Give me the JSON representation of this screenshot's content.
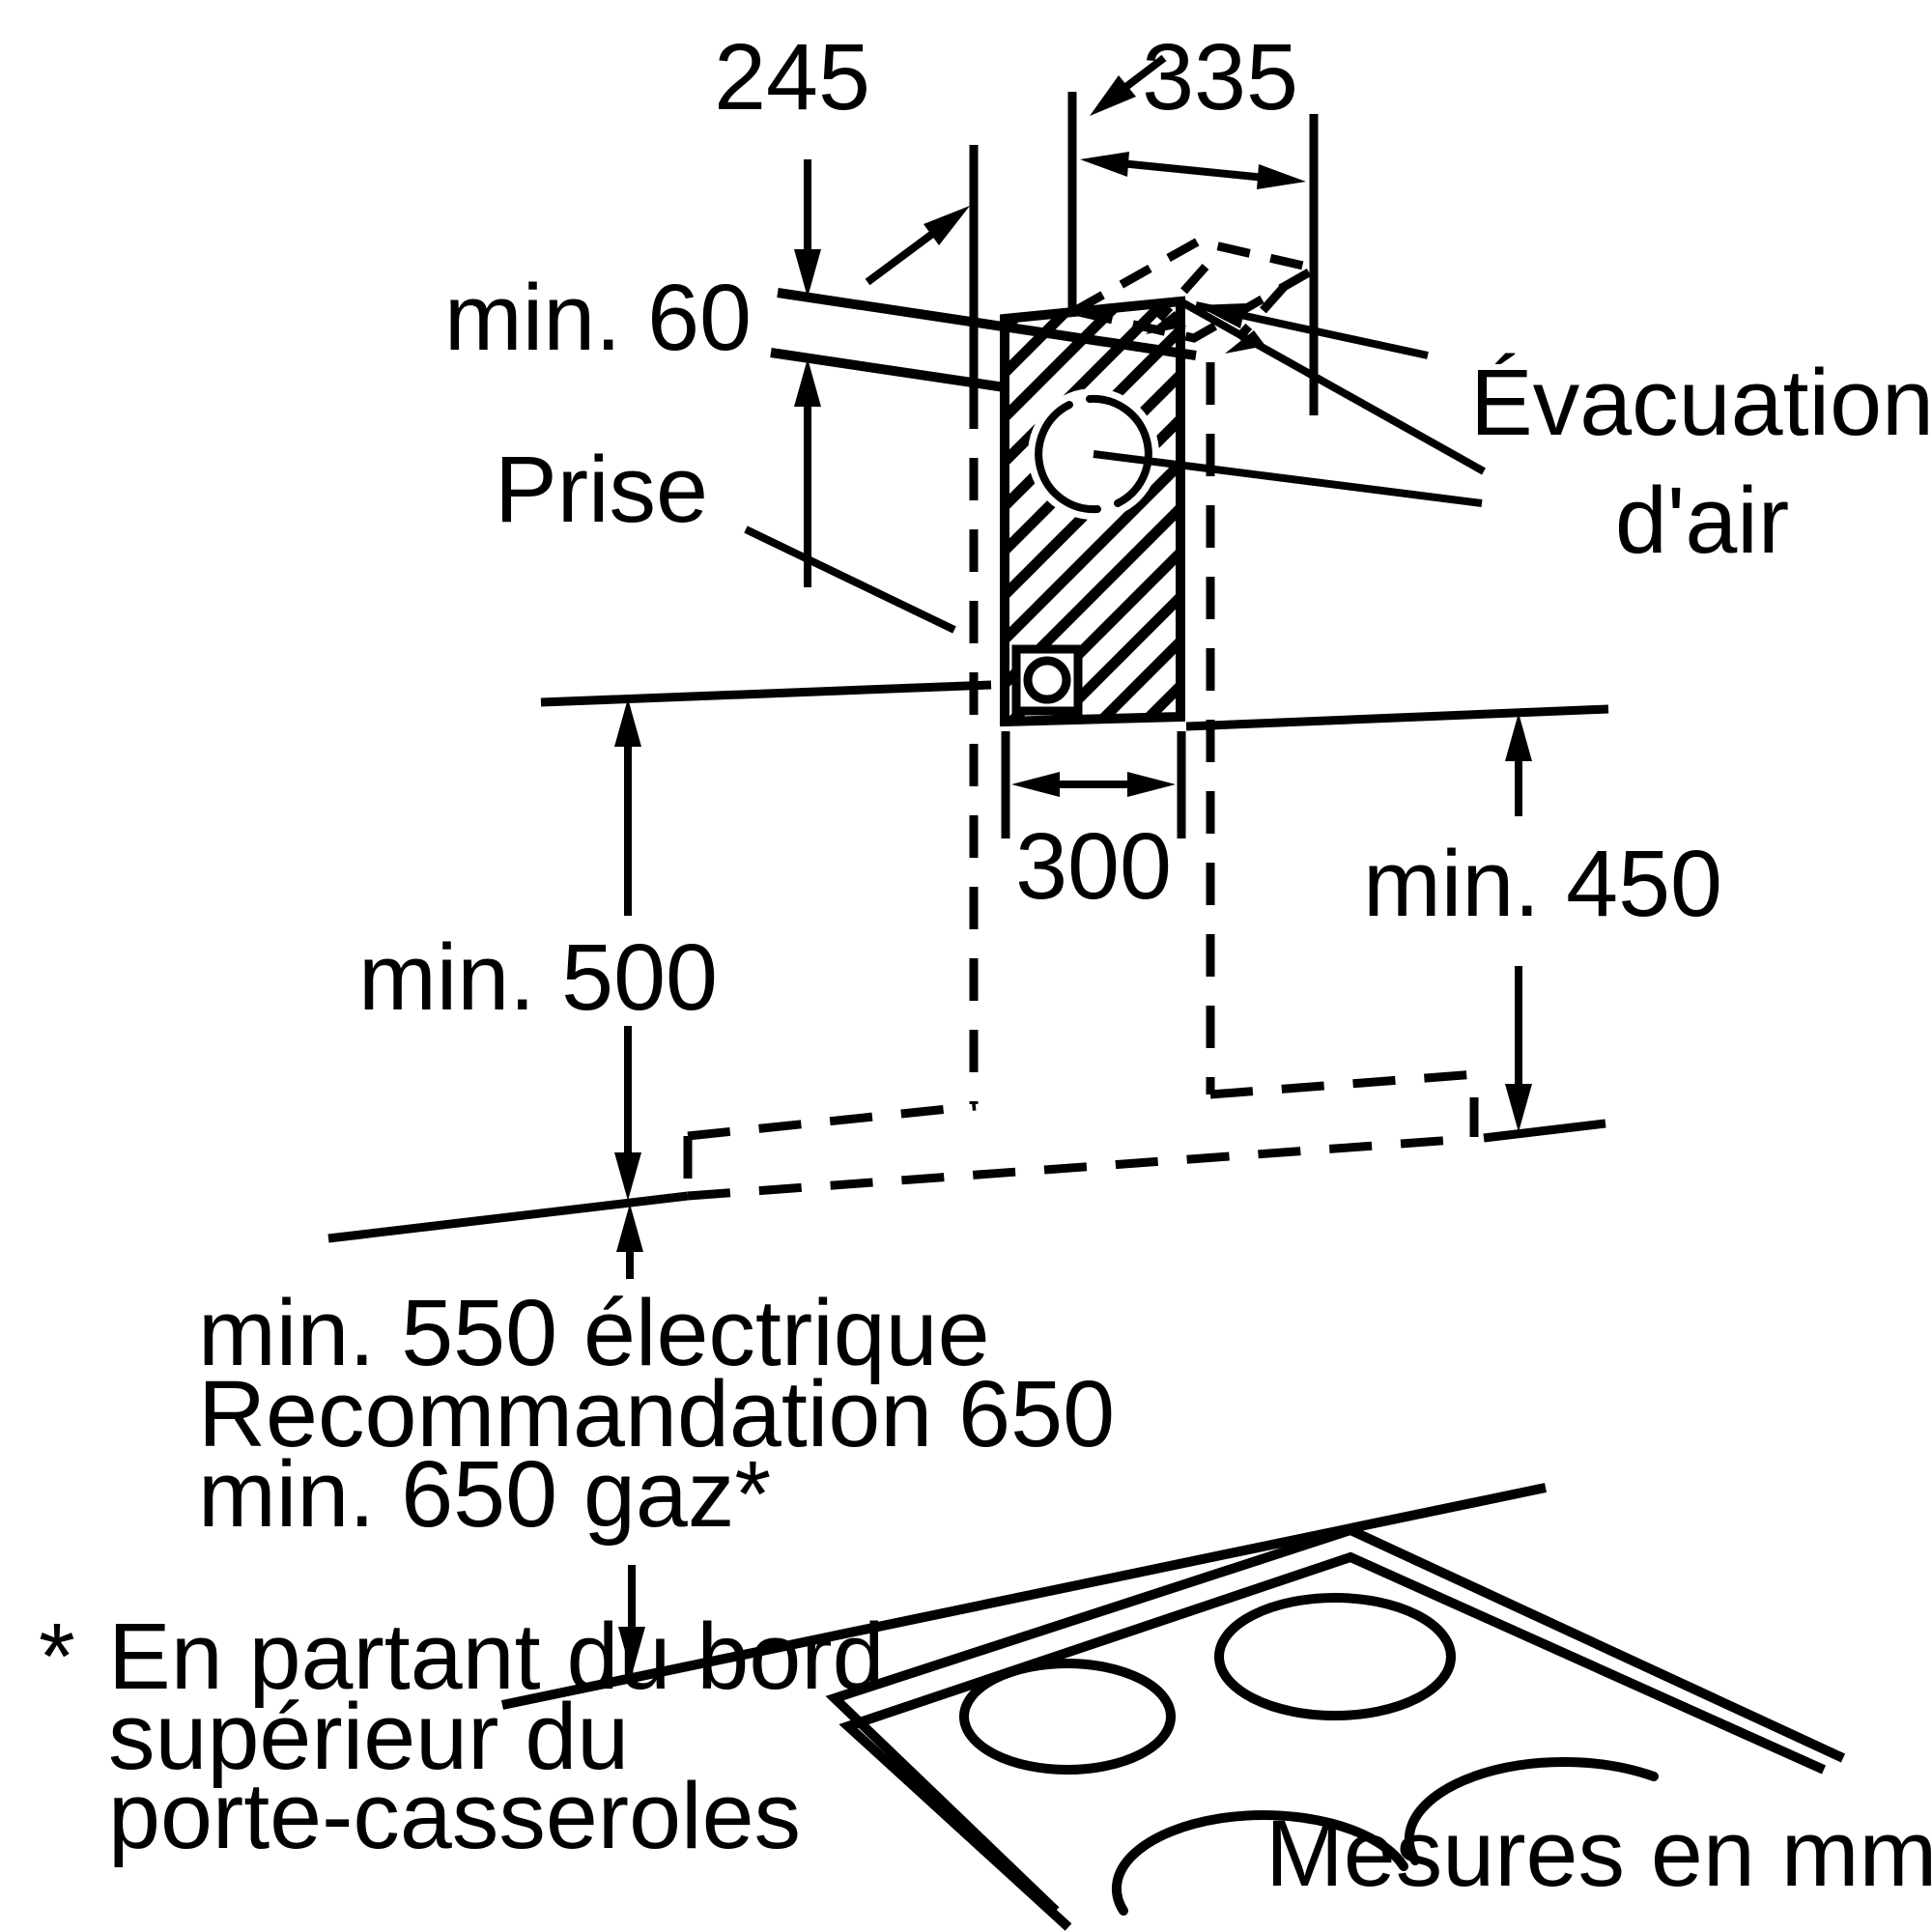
{
  "meta": {
    "type": "installation-dimension-diagram",
    "subject": "wall-mounted chimney cooker hood over cooktop",
    "language": "fr",
    "line_color": "#000000",
    "background_color": "#ffffff"
  },
  "labels": {
    "dim_245": "245",
    "dim_335": "335",
    "dim_min60": "min. 60",
    "evac_line1": "Évacuation",
    "evac_line2": "d'air",
    "prise": "Prise",
    "dim_300": "300",
    "dim_min450": "min. 450",
    "dim_min500": "min. 500",
    "clearance_line1": "min. 550 électrique",
    "clearance_line2": "Recommandation 650",
    "clearance_line3": "min. 650 gaz*",
    "footnote_star": "*",
    "footnote_line1": "En partant du bord",
    "footnote_line2": "supérieur du",
    "footnote_line3": "porte-casseroles",
    "units_note": "Mesures en mm"
  }
}
